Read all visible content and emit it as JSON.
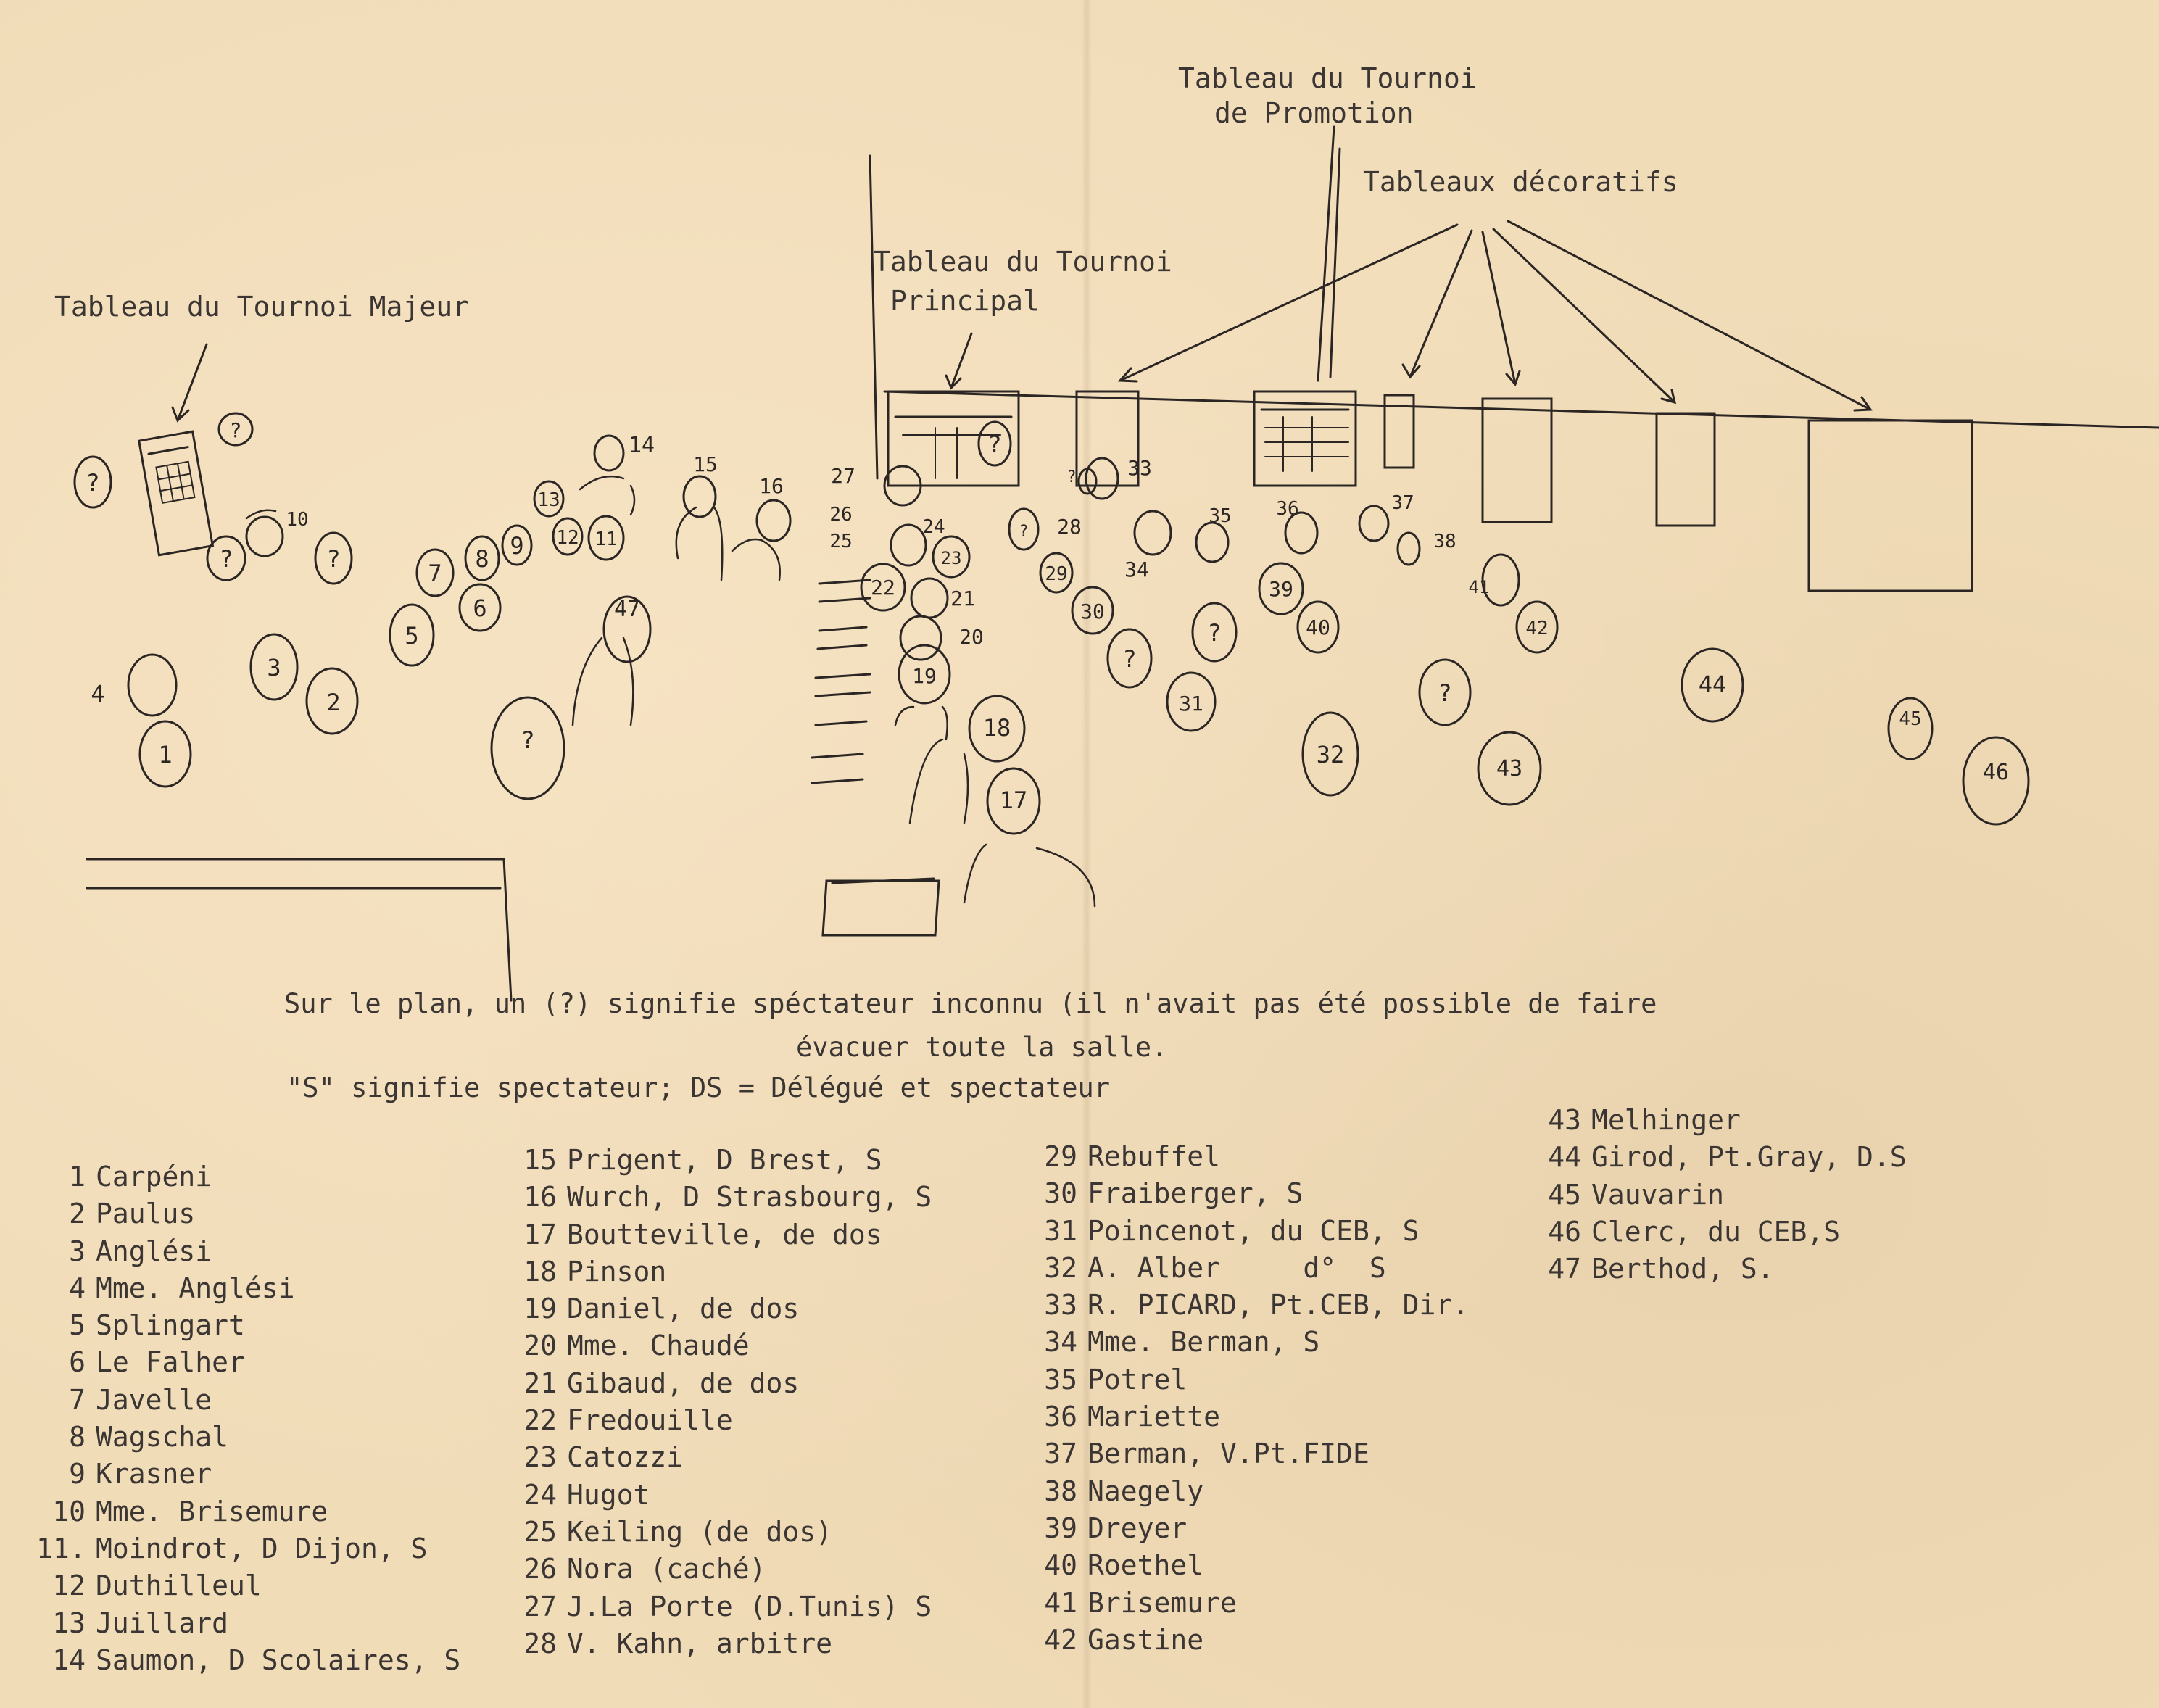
{
  "board_labels": {
    "majeur": "Tableau du Tournoi Majeur",
    "principal_1": "Tableau du Tournoi",
    "principal_2": "Principal",
    "promotion_1": "Tableau du Tournoi",
    "promotion_2": "de Promotion",
    "decoratifs": "Tableaux décoratifs"
  },
  "seat_marks": {
    "1": "1",
    "2": "2",
    "3": "3",
    "4": "4",
    "5": "5",
    "6": "6",
    "7": "7",
    "8": "8",
    "9": "9",
    "10": "10",
    "11": "11",
    "12": "12",
    "13": "13",
    "14": "14",
    "15": "15",
    "16": "16",
    "17": "17",
    "18": "18",
    "19": "19",
    "20": "20",
    "21": "21",
    "22": "22",
    "23": "23",
    "24": "24",
    "25": "25",
    "26": "26",
    "27": "27",
    "28": "28",
    "29": "29",
    "30": "30",
    "31": "31",
    "32": "32",
    "33": "33",
    "34": "34",
    "35": "35",
    "36": "36",
    "37": "37",
    "38": "38",
    "39": "39",
    "40": "40",
    "41": "41",
    "42": "42",
    "43": "43",
    "44": "44",
    "45": "45",
    "46": "46",
    "47": "47",
    "unknown": "?"
  },
  "caption": {
    "line1": "Sur le plan, un (?) signifie spéctateur inconnu (il n'avait pas été possible de faire",
    "line2": "évacuer toute la salle.",
    "line3": "\"S\" signifie spectateur; DS = Délégué et spectateur"
  },
  "legend": {
    "col1": [
      {
        "num": "1",
        "name": "Carpéni"
      },
      {
        "num": "2",
        "name": "Paulus"
      },
      {
        "num": "3",
        "name": "Anglési"
      },
      {
        "num": "4",
        "name": "Mme. Anglési"
      },
      {
        "num": "5",
        "name": "Splingart"
      },
      {
        "num": "6",
        "name": "Le Falher"
      },
      {
        "num": "7",
        "name": "Javelle"
      },
      {
        "num": "8",
        "name": "Wagschal"
      },
      {
        "num": "9",
        "name": "Krasner"
      },
      {
        "num": "10",
        "name": "Mme. Brisemure"
      },
      {
        "num": "11.",
        "name": "Moindrot, D Dijon, S"
      },
      {
        "num": "12",
        "name": "Duthilleul"
      },
      {
        "num": "13",
        "name": "Juillard"
      },
      {
        "num": "14",
        "name": "Saumon, D Scolaires, S"
      }
    ],
    "col2": [
      {
        "num": "15",
        "name": "Prigent, D Brest, S"
      },
      {
        "num": "16",
        "name": "Wurch, D Strasbourg, S"
      },
      {
        "num": "17",
        "name": "Boutteville, de dos"
      },
      {
        "num": "18",
        "name": "Pinson"
      },
      {
        "num": "19",
        "name": "Daniel, de dos"
      },
      {
        "num": "20",
        "name": "Mme. Chaudé"
      },
      {
        "num": "21",
        "name": "Gibaud, de dos"
      },
      {
        "num": "22",
        "name": "Fredouille"
      },
      {
        "num": "23",
        "name": "Catozzi"
      },
      {
        "num": "24",
        "name": "Hugot"
      },
      {
        "num": "25",
        "name": "Keiling (de dos)"
      },
      {
        "num": "26",
        "name": "Nora (caché)"
      },
      {
        "num": "27",
        "name": "J.La Porte (D.Tunis) S"
      },
      {
        "num": "28",
        "name": "V. Kahn, arbitre"
      }
    ],
    "col3": [
      {
        "num": "29",
        "name": "Rebuffel"
      },
      {
        "num": "30",
        "name": "Fraiberger, S"
      },
      {
        "num": "31",
        "name": "Poincenot, du CEB, S"
      },
      {
        "num": "32",
        "name": "A. Alber     d°  S"
      },
      {
        "num": "33",
        "name": "R. PICARD, Pt.CEB, Dir."
      },
      {
        "num": "34",
        "name": "Mme. Berman, S"
      },
      {
        "num": "35",
        "name": "Potrel"
      },
      {
        "num": "36",
        "name": "Mariette"
      },
      {
        "num": "37",
        "name": "Berman, V.Pt.FIDE"
      },
      {
        "num": "38",
        "name": "Naegely"
      },
      {
        "num": "39",
        "name": "Dreyer"
      },
      {
        "num": "40",
        "name": "Roethel"
      },
      {
        "num": "41",
        "name": "Brisemure"
      },
      {
        "num": "42",
        "name": "Gastine"
      }
    ],
    "col4": [
      {
        "num": "43",
        "name": "Melhinger"
      },
      {
        "num": "44",
        "name": "Girod, Pt.Gray, D.S"
      },
      {
        "num": "45",
        "name": "Vauvarin"
      },
      {
        "num": "46",
        "name": "Clerc, du CEB,S"
      },
      {
        "num": "47",
        "name": "Berthod, S."
      }
    ]
  }
}
